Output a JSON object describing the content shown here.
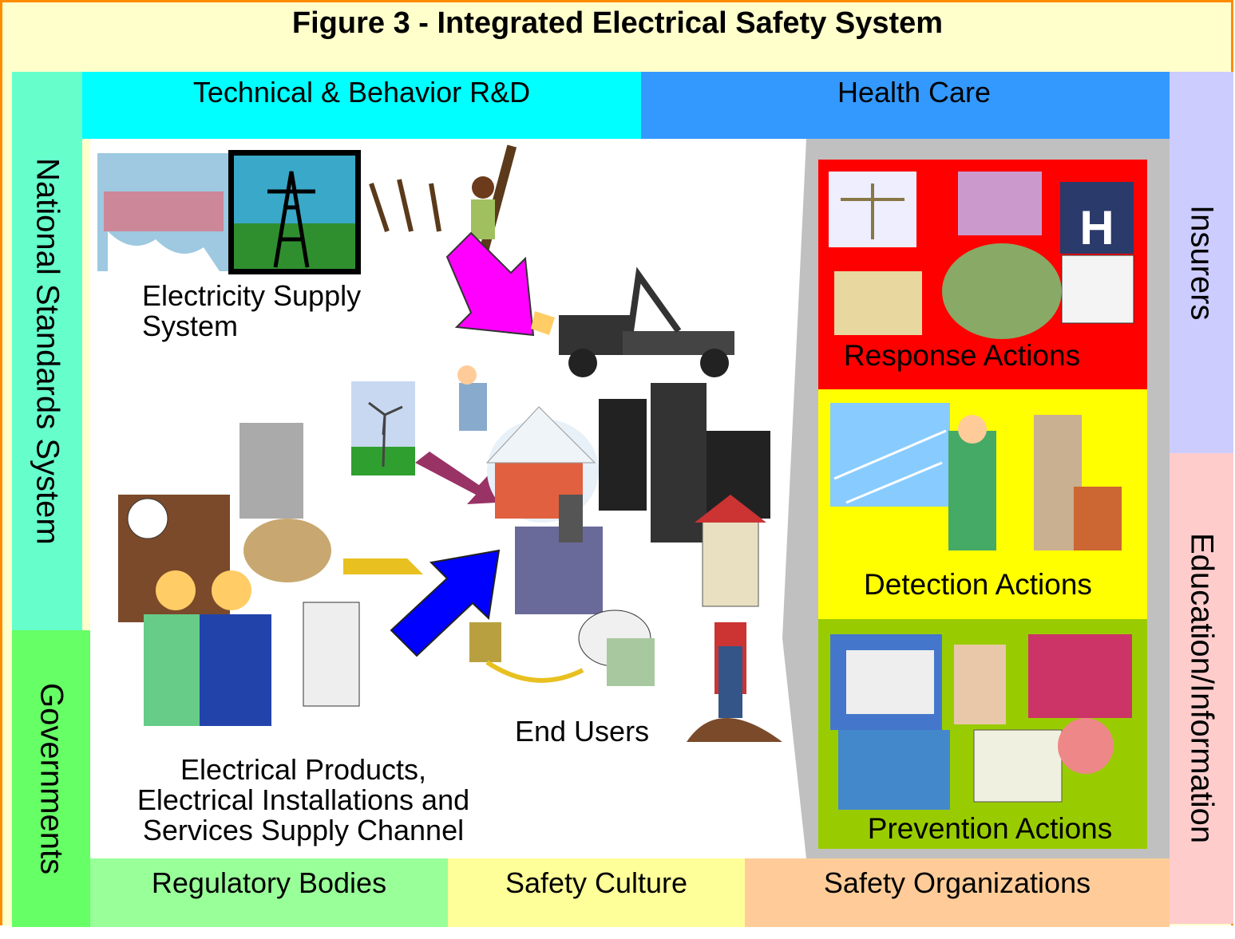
{
  "title": "Figure 3 - Integrated Electrical Safety System",
  "top_bands": {
    "rd": "Technical & Behavior R&D",
    "health": "Health Care"
  },
  "left_bands": {
    "standards": "National Standards System",
    "governments": "Governments"
  },
  "right_bands": {
    "insurers": "Insurers",
    "education": "Education/Information"
  },
  "bottom_bands": {
    "regulatory": "Regulatory Bodies",
    "culture": "Safety Culture",
    "organizations": "Safety Organizations"
  },
  "center": {
    "supply_line1": "Electricity Supply",
    "supply_line2": "System",
    "products_line1": "Electrical Products,",
    "products_line2": "Electrical Installations and",
    "products_line3": "Services Supply Channel",
    "end_users": "End Users"
  },
  "actions": {
    "response": "Response Actions",
    "detection": "Detection Actions",
    "prevention": "Prevention Actions"
  },
  "colors": {
    "rd_band": "#00ffff",
    "health_band": "#3399ff",
    "standards_band": "#66ffcc",
    "governments_band": "#66ff66",
    "insurers_band": "#ccccff",
    "education_band": "#ffcccc",
    "regulatory_band": "#99ff99",
    "culture_band": "#ffff99",
    "organizations_band": "#ffcc99",
    "response_box": "#ff0000",
    "detection_box": "#ffff00",
    "prevention_box": "#99cc00",
    "arrow_magenta": "#ff00ff",
    "arrow_maroon": "#993366",
    "arrow_blue": "#0000ff"
  }
}
